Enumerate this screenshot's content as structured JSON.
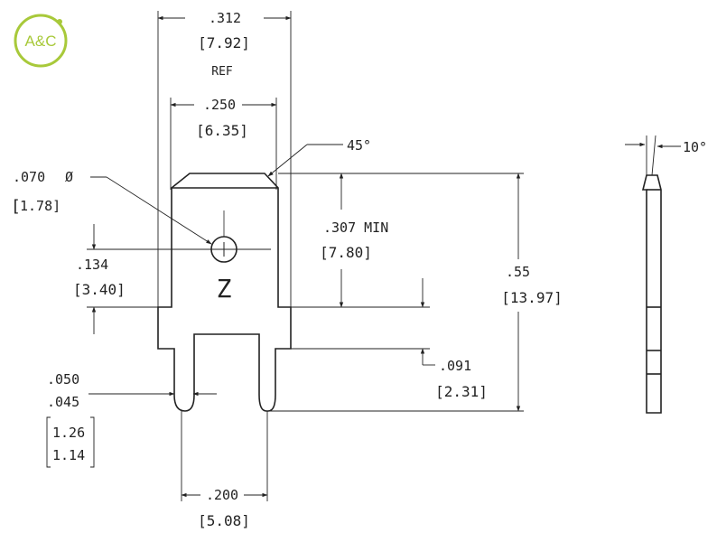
{
  "logo": {
    "text": "A&C",
    "color": "#a8c93a"
  },
  "colors": {
    "line": "#222222"
  },
  "dimensions": {
    "overall_width": {
      "inch": ".312",
      "mm": "[7.92]",
      "note": "REF"
    },
    "blade_width": {
      "inch": ".250",
      "mm": "[6.35]"
    },
    "chamfer_angle": "45°",
    "hole": {
      "inch": ".070",
      "symbol": "Ø",
      "mm_open": "[",
      "mm": "1.78]"
    },
    "hole_offset": {
      "inch": ".134",
      "mm": "[3.40]"
    },
    "blade_length_min": {
      "inch": ".307 MIN",
      "mm": "[7.80]"
    },
    "overall_height": {
      "inch": ".55",
      "mm": "[13.97]"
    },
    "shoulder": {
      "inch": ".091",
      "mm": "[2.31]"
    },
    "leg_width": {
      "inch_max": ".050",
      "inch_min": ".045",
      "mm_max": "1.26",
      "mm_min": "1.14"
    },
    "leg_spacing": {
      "inch": ".200",
      "mm": "[5.08]"
    },
    "taper_angle": "10°",
    "marking": "Z"
  }
}
